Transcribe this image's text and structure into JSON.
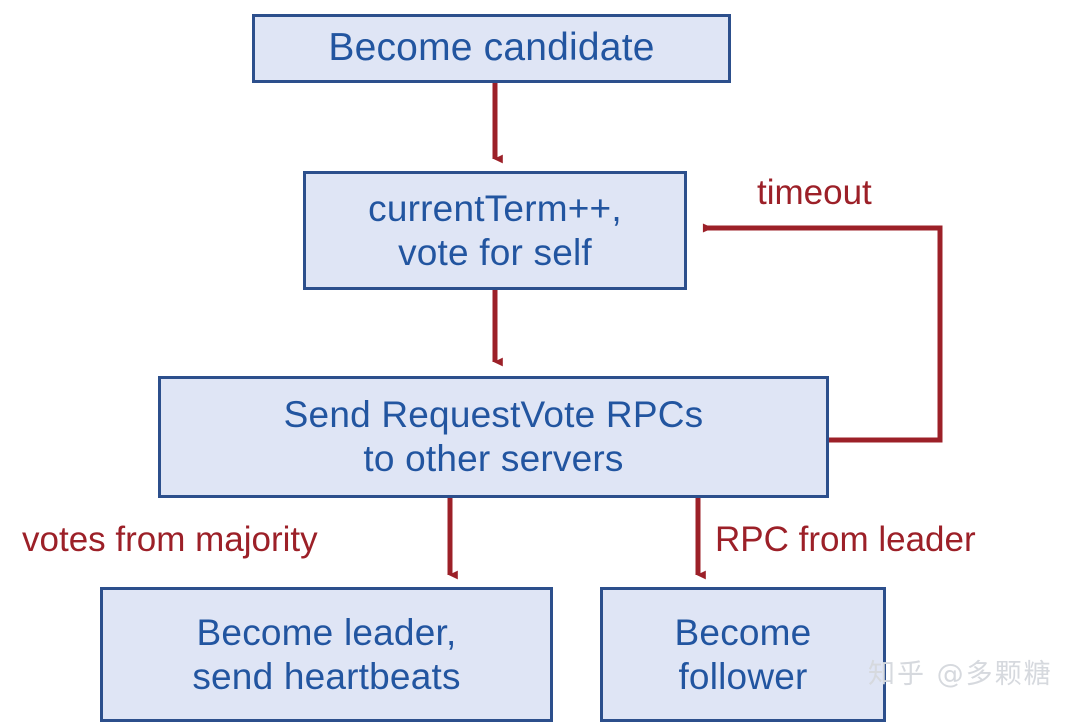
{
  "diagram": {
    "title": "Raft candidate state transition flowchart",
    "colors": {
      "node_fill": "#dfe5f5",
      "node_border": "#2c4f8c",
      "node_text": "#2255a0",
      "edge": "#9c2028",
      "background": "#ffffff",
      "watermark": "#d6d9de"
    },
    "nodes": [
      {
        "id": "become-candidate",
        "label": "Become candidate"
      },
      {
        "id": "current-term",
        "label": "currentTerm++,\nvote for self"
      },
      {
        "id": "send-requestvote",
        "label": "Send RequestVote RPCs\nto other servers"
      },
      {
        "id": "become-leader",
        "label": "Become leader,\nsend heartbeats"
      },
      {
        "id": "become-follower",
        "label": "Become\nfollower"
      }
    ],
    "edges": [
      {
        "id": "candidate-to-term",
        "from": "become-candidate",
        "to": "current-term",
        "label": ""
      },
      {
        "id": "term-to-requestvote",
        "from": "current-term",
        "to": "send-requestvote",
        "label": ""
      },
      {
        "id": "requestvote-to-term",
        "from": "send-requestvote",
        "to": "current-term",
        "label": "timeout"
      },
      {
        "id": "requestvote-to-leader",
        "from": "send-requestvote",
        "to": "become-leader",
        "label": "votes from majority"
      },
      {
        "id": "requestvote-to-follower",
        "from": "send-requestvote",
        "to": "become-follower",
        "label": "RPC from leader"
      }
    ],
    "edge_labels": {
      "timeout": "timeout",
      "votes_from_majority": "votes from majority",
      "rpc_from_leader": "RPC from leader"
    }
  },
  "watermark": {
    "text": "知乎 @多颗糖"
  }
}
